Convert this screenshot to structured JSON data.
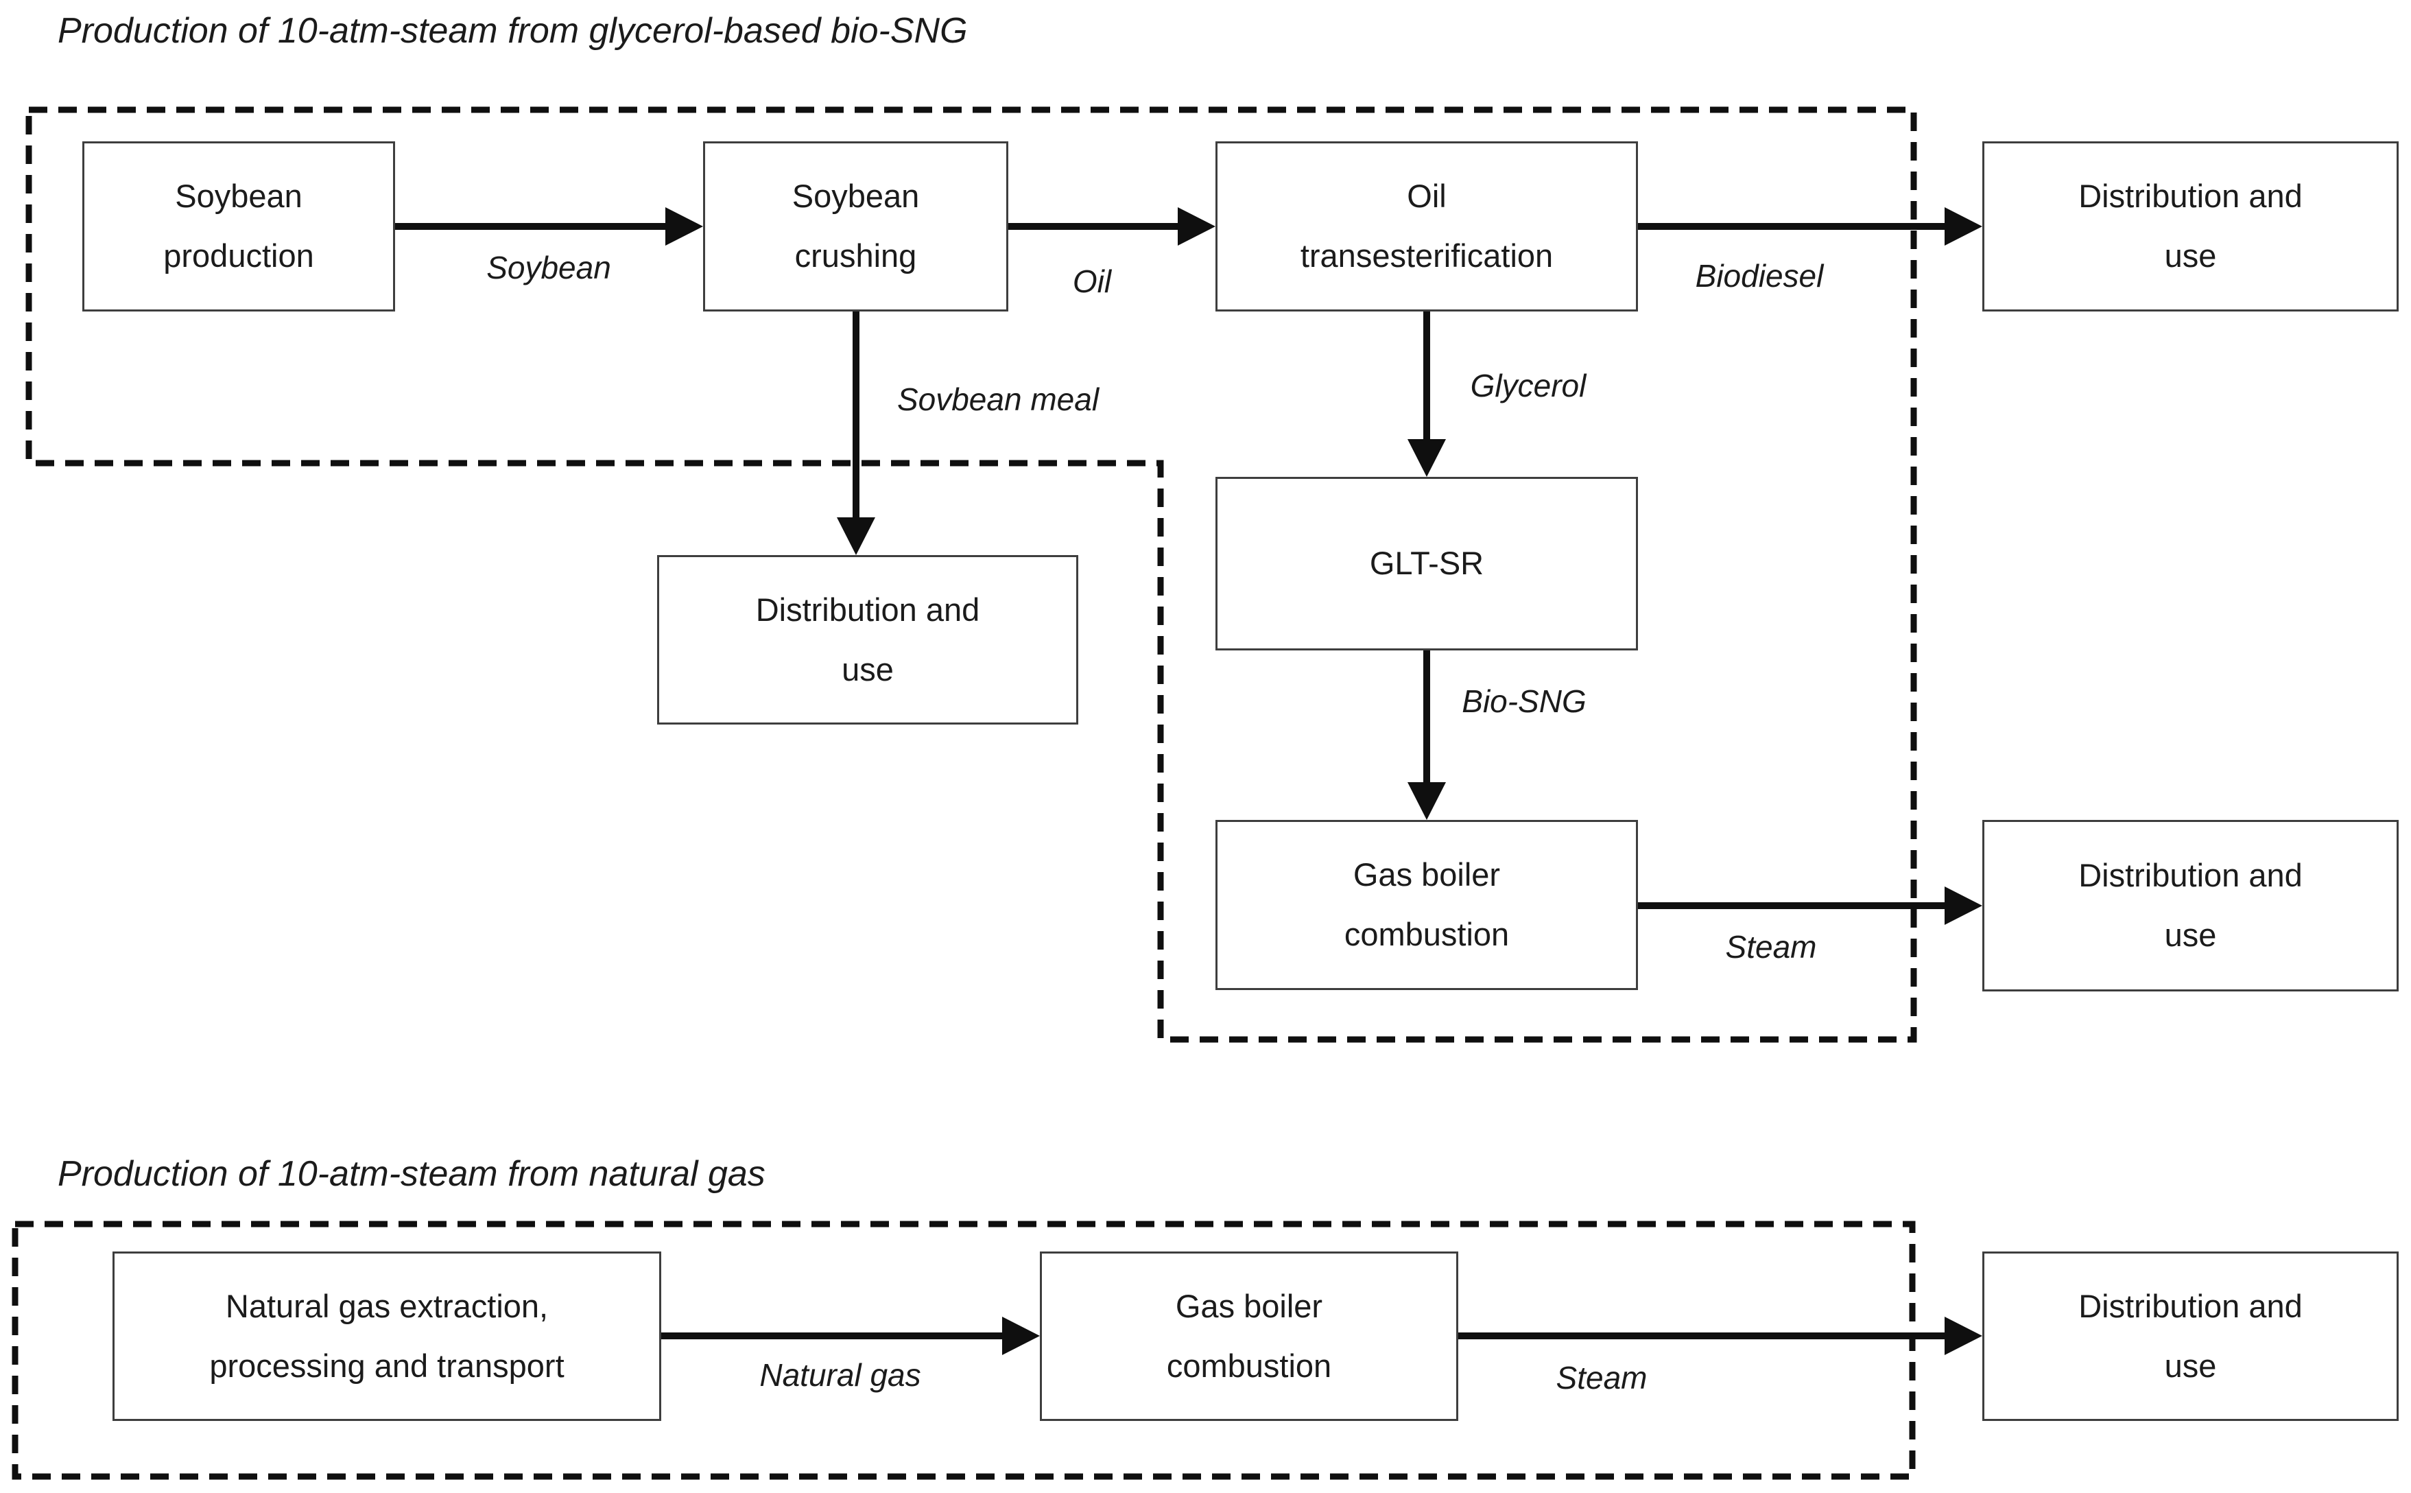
{
  "colors": {
    "ink": "#1b1b1b",
    "line": "#0f0f0f",
    "box_border": "#3e3e3e",
    "background": "#ffffff"
  },
  "diagram1": {
    "title": "Production of 10-atm-steam from glycerol-based bio-SNG",
    "nodes": {
      "soybean_production": {
        "label": "Soybean\nproduction"
      },
      "soybean_crushing": {
        "label": "Soybean\ncrushing"
      },
      "oil_transesterification": {
        "label": "Oil\ntransesterification"
      },
      "distribution_use_biodiesel": {
        "label": "Distribution and\nuse"
      },
      "distribution_use_soybean_meal": {
        "label": "Distribution and\nuse"
      },
      "glt_sr": {
        "label": "GLT-SR"
      },
      "gas_boiler_combustion": {
        "label": "Gas boiler\ncombustion"
      },
      "distribution_use_steam": {
        "label": "Distribution and\nuse"
      }
    },
    "flow_labels": {
      "soybean": "Soybean",
      "oil": "Oil",
      "biodiesel": "Biodiesel",
      "soybean_meal": "Sovbean meal",
      "glycerol": "Glycerol",
      "bio_sng": "Bio-SNG",
      "steam": "Steam"
    }
  },
  "diagram2": {
    "title": "Production of 10-atm-steam from natural gas",
    "nodes": {
      "natural_gas_extraction": {
        "label": "Natural gas extraction,\nprocessing and transport"
      },
      "gas_boiler_combustion": {
        "label": "Gas boiler\ncombustion"
      },
      "distribution_use": {
        "label": "Distribution and\nuse"
      }
    },
    "flow_labels": {
      "natural_gas": "Natural gas",
      "steam": "Steam"
    }
  }
}
